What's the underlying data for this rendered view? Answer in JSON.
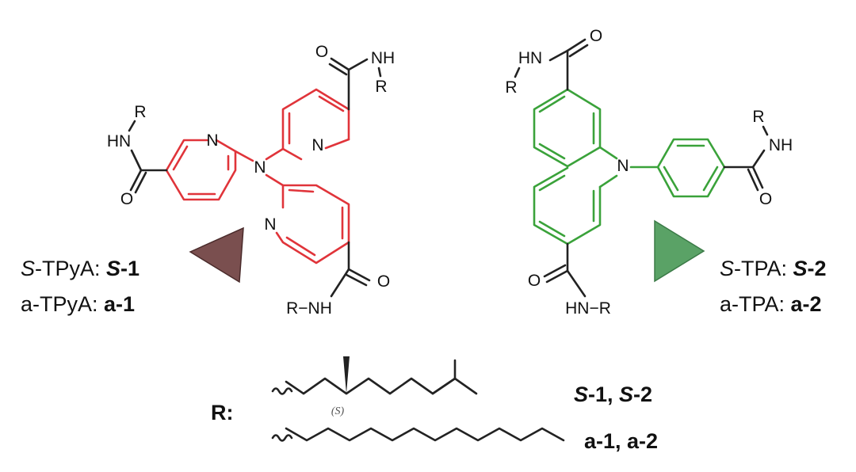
{
  "atoms": {
    "N": "N",
    "O": "O",
    "NH": "NH",
    "HN": "HN",
    "R": "R",
    "R_NH": "R−NH",
    "HN_R": "HN−R"
  },
  "compound1": {
    "line1_prefix_italic": "S",
    "line1_prefix_rest": "-TPyA: ",
    "line1_bold_italic": "S",
    "line1_bold": "-1",
    "line2_prefix": "a-TPyA: ",
    "line2_bold": "a-1"
  },
  "compound2": {
    "line1_prefix_italic": "S",
    "line1_prefix_rest": "-TPA: ",
    "line1_bold_italic": "S",
    "line1_bold": "-2",
    "line2_prefix": "a-TPA: ",
    "line2_bold": "a-2"
  },
  "r_groups": {
    "label": "R:",
    "stereo_label": "(S)",
    "chiral_label_italic_1": "S",
    "chiral_label_1": "-1, ",
    "chiral_label_italic_2": "S",
    "chiral_label_2": "-2",
    "linear_label": "a-1, a-2"
  },
  "colors": {
    "tpya_core": "#e0343a",
    "tpa_core": "#3aa23a",
    "triangle_left": "#7a4f4f",
    "triangle_right": "#5aa266"
  }
}
